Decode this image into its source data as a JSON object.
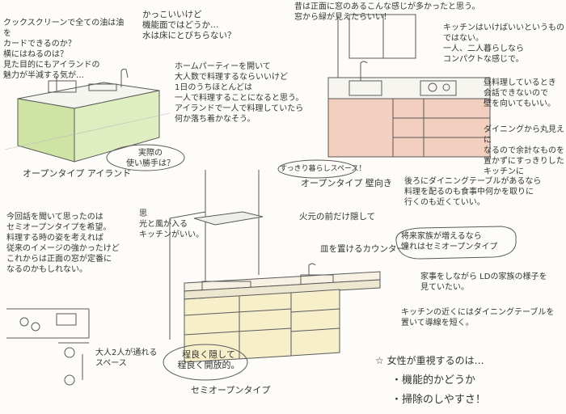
{
  "notes": {
    "n1": "クックスクリーンで全ての油は油を\nカードできるのか？\n横にはねるのは？\n見た目的にもアイランドの\n魅力が半減する気が…",
    "n2": "かっこいいけど\n機能面ではどうか…\n水は床にとびちらない？",
    "n3": "ホームパーティーを開いて\n大人数で料理するならいいけど\n1日のうちほとんどは\n一人で料理することになると思う。\nアイランドで一人で料理していたら\n何か落ち着かなそう。",
    "n4": "昔は正面に窓のあるこんな感じが多かったと思う。\n窓から緑が見えたらいい！",
    "n5": "キッチンはいけばいいというもの\nではない。\n一人、二人暮らしなら\nコンパクトな感じで。",
    "n6": "昼料理しているとき\n会話できないので\n壁を向いてもいい。",
    "n7": "ダイニングから丸見えに\nなるので余計なものを\n置かずにすっきりした\nキッチンに",
    "n8": "後ろにダイニングテーブルがあるなら\n料理を配るのも食事中何かを取りに\n行くのも近くていい。",
    "n9": "今回話を聞いて思ったのは\nセミオープンタイプを希望。\n料理する時の姿を考えれば\n従来のイメージの強かったけど\nこれからは正面の窓が定番に\nなるのかもしれない。",
    "n10": "思\n光と風が入る\nキッチンがいい。",
    "n11": "火元の前だけ隠して",
    "n12": "皿を置けるカウンター",
    "n13": "家事をしながら LDの家族の様子を\n見ていたい。",
    "n14": "キッチンの近くにはダイニングテーブルを\n置いて導線を短く。",
    "n15": "大人2人が通れる\nスペース",
    "n16": "☆ 女性が重視するのは…",
    "n17": "・機能的かどうか",
    "n18": "・掃除のしやすさ！"
  },
  "bubbles": {
    "b1": "実際の\n使い勝手は？",
    "b2": "すっきり暮らしスペース！",
    "b3": "将来家族が増えるなら\n憧れはセミオープンタイプ",
    "b4": "程良く隠して\n程良く開放的。"
  },
  "labels": {
    "island": "オープンタイプ アイランド",
    "wall": "オープンタイプ 壁向き",
    "semi": "セミオープンタイプ"
  }
}
